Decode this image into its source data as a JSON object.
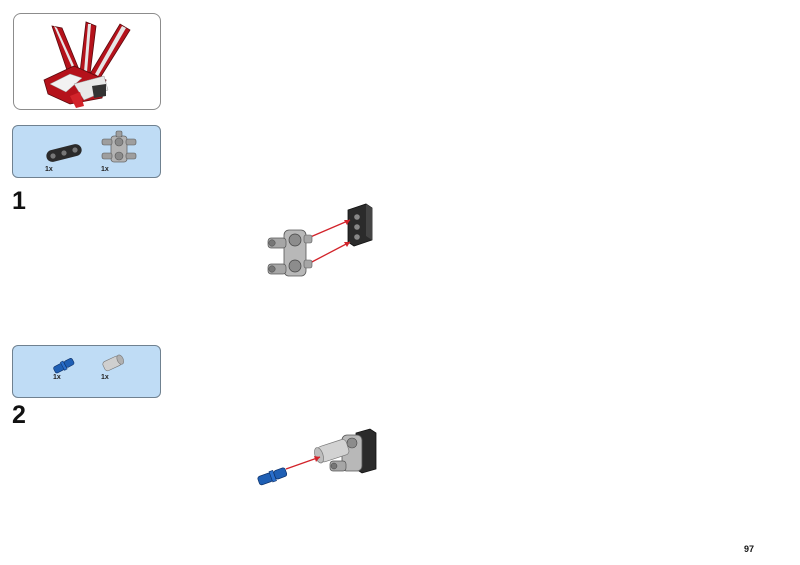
{
  "steps": [
    {
      "number": "1",
      "parts": [
        {
          "qty": "1x",
          "icon": "black-beam-icon"
        },
        {
          "qty": "1x",
          "icon": "gray-connector-icon"
        }
      ]
    },
    {
      "number": "2",
      "parts": [
        {
          "qty": "1x",
          "icon": "blue-pin-icon"
        },
        {
          "qty": "1x",
          "icon": "gray-axle-connector-icon"
        }
      ]
    }
  ],
  "page_number": "97",
  "colors": {
    "parts_box_bg": "#bfdcf5",
    "arrow": "#d2232a",
    "model_red": "#b5121b"
  }
}
